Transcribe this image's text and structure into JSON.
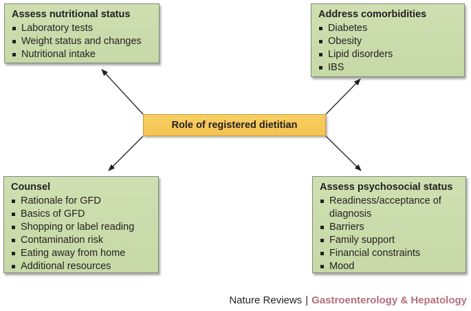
{
  "colors": {
    "box_fill": "#c9dba9",
    "box_border": "#7f8c79",
    "center_fill": "#f6c85a",
    "text": "#231f20",
    "arrow": "#231f20",
    "journal_name": "#b2707a"
  },
  "center": {
    "label": "Role of registered dietitian"
  },
  "boxes": {
    "assess_nutritional": {
      "title": "Assess nutritional status",
      "items": [
        "Laboratory tests",
        "Weight status and changes",
        "Nutritional intake"
      ]
    },
    "address_comorbidities": {
      "title": "Address comorbidities",
      "items": [
        "Diabetes",
        "Obesity",
        "Lipid disorders",
        "IBS"
      ]
    },
    "counsel": {
      "title": "Counsel",
      "items": [
        "Rationale for GFD",
        "Basics of GFD",
        "Shopping or label reading",
        "Contamination risk",
        "Eating away from home",
        "Additional resources"
      ]
    },
    "assess_psychosocial": {
      "title": "Assess psychosocial status",
      "items": [
        "Readiness/acceptance of diagnosis",
        "Barriers",
        "Family support",
        "Financial constraints",
        "Mood"
      ]
    }
  },
  "footer": {
    "publisher": "Nature Reviews",
    "separator": "|",
    "journal": "Gastroenterology & Hepatology"
  }
}
